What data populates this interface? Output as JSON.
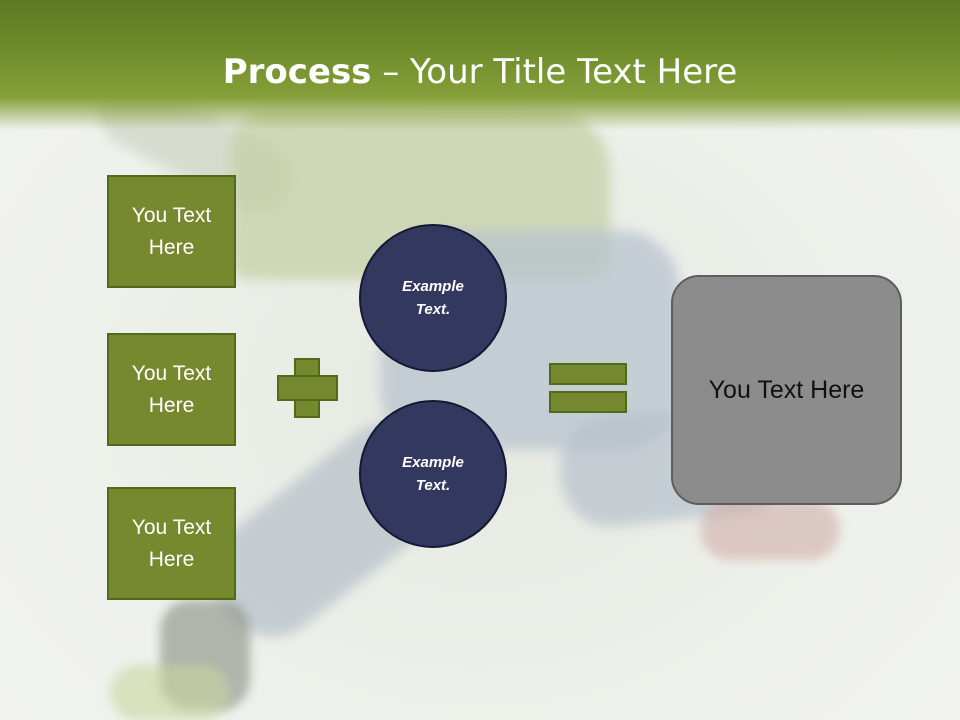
{
  "title": {
    "bold": "Process",
    "rest": " – Your Title Text Here"
  },
  "left_boxes": [
    {
      "label": "You Text Here"
    },
    {
      "label": "You Text Here"
    },
    {
      "label": "You Text Here"
    }
  ],
  "circles": [
    {
      "label": "Example Text."
    },
    {
      "label": "Example Text."
    }
  ],
  "result": {
    "label": "You Text Here"
  },
  "colors": {
    "header_green": "#6f8d2b",
    "box_green": "#76892f",
    "circle_navy": "#33385f",
    "result_gray": "#8c8c8c"
  },
  "icons": {
    "operator_1": "plus-icon",
    "operator_2": "equals-icon"
  }
}
